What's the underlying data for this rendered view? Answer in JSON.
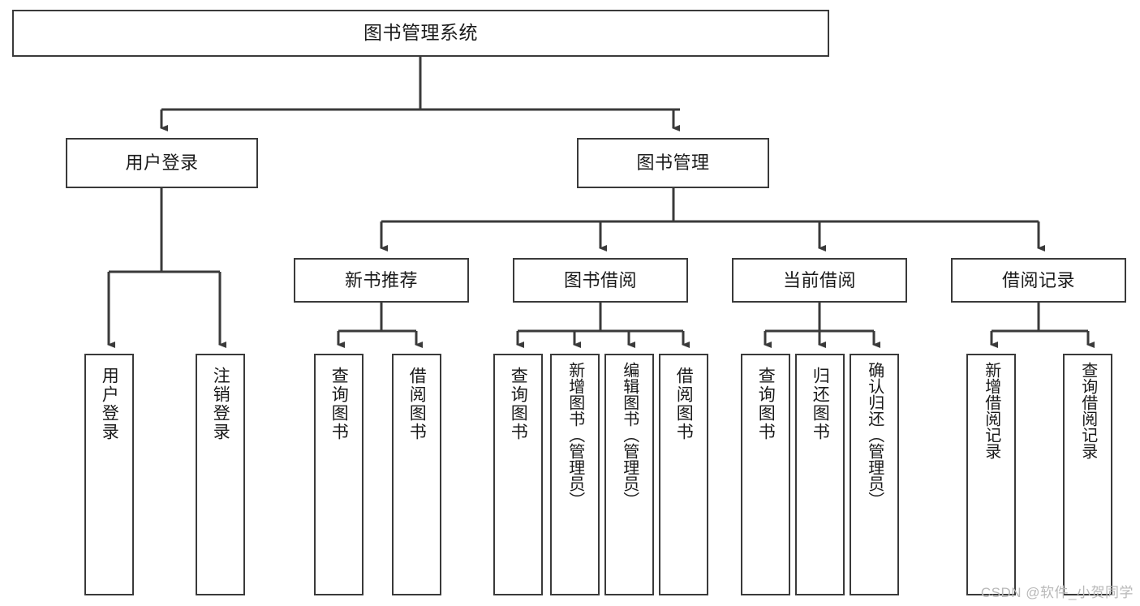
{
  "diagram": {
    "title": "图书管理系统",
    "type": "tree",
    "watermark": "CSDN @软件_小贺同学",
    "colors": {
      "background": "#ffffff",
      "box_border": "#3a3a3a",
      "box_fill": "#ffffff",
      "connector": "#3a3a3a",
      "text": "#1a1a1a",
      "watermark": "#b8b8b8"
    },
    "nodes": {
      "root": {
        "label": "图书管理系统"
      },
      "level2": [
        {
          "label": "用户登录"
        },
        {
          "label": "图书管理"
        }
      ],
      "level3": [
        {
          "label": "新书推荐"
        },
        {
          "label": "图书借阅"
        },
        {
          "label": "当前借阅"
        },
        {
          "label": "借阅记录"
        }
      ],
      "leaves": {
        "user_login": [
          {
            "label": "用户登录"
          },
          {
            "label": "注销登录"
          }
        ],
        "new_book_recommend": [
          {
            "label": "查询图书"
          },
          {
            "label": "借阅图书"
          }
        ],
        "book_borrow": [
          {
            "label": "查询图书"
          },
          {
            "label": "新增图书（管理员）"
          },
          {
            "label": "编辑图书（管理员）"
          },
          {
            "label": "借阅图书"
          }
        ],
        "current_borrow": [
          {
            "label": "查询图书"
          },
          {
            "label": "归还图书"
          },
          {
            "label": "确认归还（管理员）"
          }
        ],
        "borrow_record": [
          {
            "label": "新增借阅记录"
          },
          {
            "label": "查询借阅记录"
          }
        ]
      }
    }
  }
}
